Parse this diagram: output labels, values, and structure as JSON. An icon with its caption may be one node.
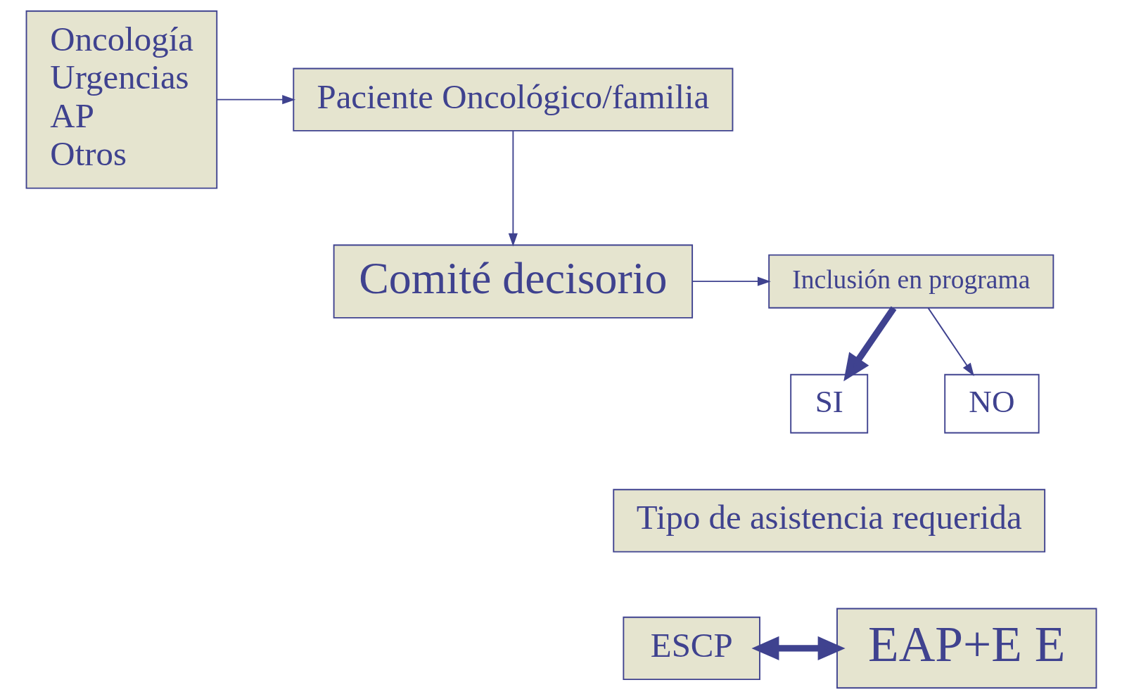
{
  "diagram": {
    "nodes": [
      {
        "text": [
          "Oncología",
          "Urgencias",
          "AP",
          "Otros"
        ]
      },
      {
        "text": [
          "Paciente Oncológico/familia"
        ]
      },
      {
        "text": [
          "Comité decisorio"
        ]
      },
      {
        "text": [
          "Inclusión en programa"
        ]
      },
      {
        "text": [
          "SI"
        ]
      },
      {
        "text": [
          "NO"
        ]
      },
      {
        "text": [
          "Tipo de asistencia requerida"
        ]
      },
      {
        "text": [
          "ESCP"
        ]
      },
      {
        "text": [
          "EAP+E E"
        ]
      }
    ],
    "edges": [
      {
        "from": 0,
        "to": 1,
        "arrow": "to"
      },
      {
        "from": 1,
        "to": 2,
        "arrow": "to"
      },
      {
        "from": 2,
        "to": 3,
        "arrow": "to"
      },
      {
        "from": 3,
        "to": 4,
        "arrow": "to",
        "style": "thick"
      },
      {
        "from": 3,
        "to": 5,
        "arrow": "to"
      },
      {
        "from": 7,
        "to": 8,
        "arrow": "both",
        "style": "thick"
      }
    ]
  }
}
